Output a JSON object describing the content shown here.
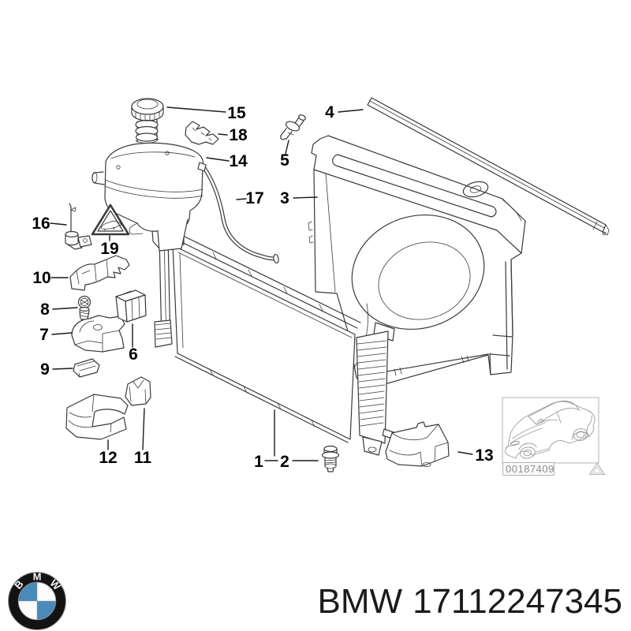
{
  "diagram": {
    "line_color": "#3a3a3a",
    "label_color": "#000000",
    "callouts": [
      {
        "label": "1"
      },
      {
        "label": "2"
      },
      {
        "label": "3"
      },
      {
        "label": "4"
      },
      {
        "label": "5"
      },
      {
        "label": "6"
      },
      {
        "label": "7"
      },
      {
        "label": "8"
      },
      {
        "label": "9"
      },
      {
        "label": "10"
      },
      {
        "label": "11"
      },
      {
        "label": "12"
      },
      {
        "label": "13"
      },
      {
        "label": "14"
      },
      {
        "label": "15"
      },
      {
        "label": "16"
      },
      {
        "label": "17"
      },
      {
        "label": "18"
      },
      {
        "label": "19"
      }
    ]
  },
  "thumbnail": {
    "code": "00187409"
  },
  "footer": {
    "brand": "BMW",
    "part_number": "17112247345",
    "text_color": "#1b1b1b"
  },
  "logo": {
    "letters": [
      "B",
      "M",
      "W"
    ],
    "blue": "#4a8ab8",
    "ring": "#131313"
  }
}
